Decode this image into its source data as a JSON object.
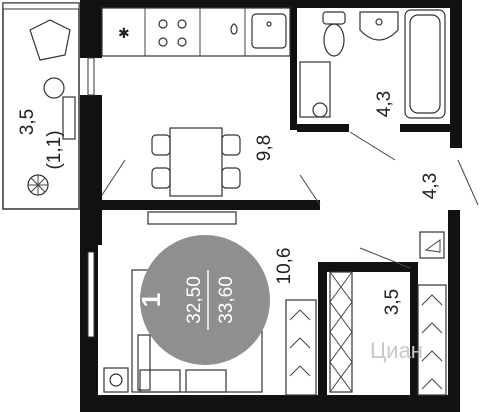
{
  "rooms": {
    "balcony": {
      "area": "3,5",
      "area_alt": "(1,1)"
    },
    "kitchen": {
      "area": "9,8"
    },
    "bathroom": {
      "area": "4,3"
    },
    "hall": {
      "area": "4,3"
    },
    "living": {
      "area": "10,6"
    },
    "wardrobe": {
      "area": "3,5"
    }
  },
  "badge": {
    "rooms": "1",
    "living_area": "32,50",
    "total_area": "33,60",
    "color": "#8f8f8f"
  },
  "watermark": {
    "text": "Циан"
  },
  "colors": {
    "wall": "#111111",
    "fixture": "#333333",
    "background": "#ffffff"
  }
}
